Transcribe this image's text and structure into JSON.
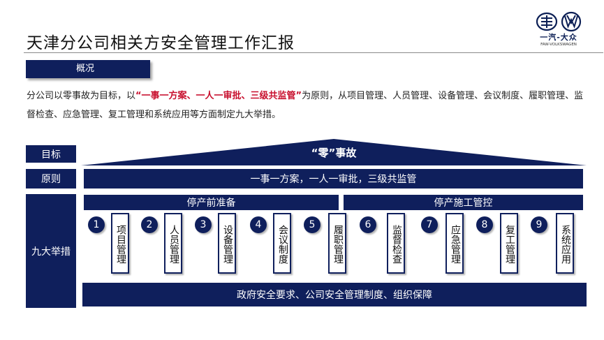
{
  "header": {
    "title": "天津分公司相关方安全管理工作汇报",
    "logo": {
      "icon": "faw-vw-emblem",
      "cn": "一汽-大众",
      "en": "FAW-VOLKSWAGEN"
    }
  },
  "section": {
    "tag": "概况"
  },
  "intro": {
    "before": "分公司以零事故为目标，以",
    "highlight": "“一事一方案、一人一审批、三级共监管”",
    "after": "为原则，从项目管理、人员管理、设备管理、会议制度、履职管理、监督检查、应急管理、复工管理和系统应用等方面制定九大举措。"
  },
  "diagram": {
    "labels": {
      "goal": "目标",
      "principle": "原则",
      "measures": "九大举措"
    },
    "goal_text": "“零”事故",
    "principle_text": "一事一方案，一人一审批，三级共监管",
    "phases": [
      "停产前准备",
      "停产施工管控"
    ],
    "items": [
      {
        "num": "1",
        "label": "项目管理"
      },
      {
        "num": "2",
        "label": "人员管理"
      },
      {
        "num": "3",
        "label": "设备管理"
      },
      {
        "num": "4",
        "label": "会议制度"
      },
      {
        "num": "5",
        "label": "履职管理"
      },
      {
        "num": "6",
        "label": "监督检查"
      },
      {
        "num": "7",
        "label": "应急管理"
      },
      {
        "num": "8",
        "label": "复工管理"
      },
      {
        "num": "9",
        "label": "系统应用"
      }
    ],
    "foundation": "政府安全要求、公司安全管理制度、组织保障",
    "colors": {
      "navy": "#0f1f5c",
      "highlight": "#c8102e"
    }
  }
}
